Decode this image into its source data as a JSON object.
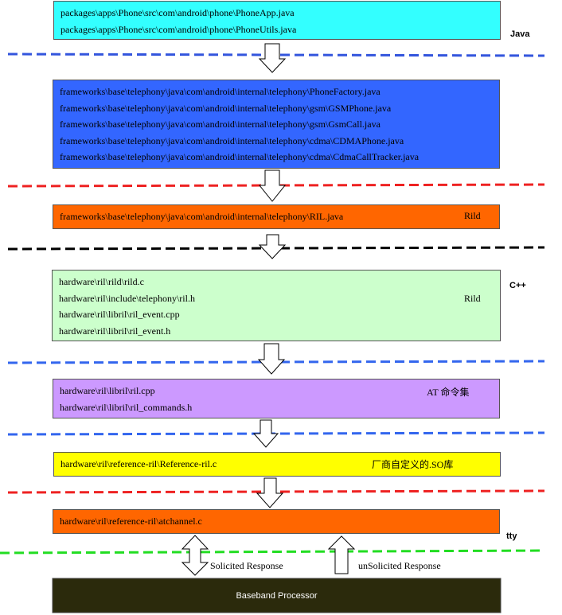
{
  "layers": [
    {
      "name": "app",
      "fill": "#33ffff",
      "lines": [
        "packages\\apps\\Phone\\src\\com\\android\\phone\\PhoneApp.java",
        "packages\\apps\\Phone\\src\\com\\android\\phone\\PhoneUtils.java"
      ],
      "tag": ""
    },
    {
      "name": "framework",
      "fill": "#3366ff",
      "lines": [
        "frameworks\\base\\telephony\\java\\com\\android\\internal\\telephony\\PhoneFactory.java",
        "frameworks\\base\\telephony\\java\\com\\android\\internal\\telephony\\gsm\\GSMPhone.java",
        "frameworks\\base\\telephony\\java\\com\\android\\internal\\telephony\\gsm\\GsmCall.java",
        "frameworks\\base\\telephony\\java\\com\\android\\internal\\telephony\\cdma\\CDMAPhone.java",
        "frameworks\\base\\telephony\\java\\com\\android\\internal\\telephony\\cdma\\CdmaCallTracker.java"
      ],
      "tag": ""
    },
    {
      "name": "ril-java",
      "fill": "#ff6600",
      "lines": [
        "frameworks\\base\\telephony\\java\\com\\android\\internal\\telephony\\RIL.java"
      ],
      "tag": "Rild"
    },
    {
      "name": "rild",
      "fill": "#ccffcc",
      "lines": [
        "hardware\\ril\\rild\\rild.c",
        "hardware\\ril\\include\\telephony\\ril.h",
        "hardware\\ril\\libril\\ril_event.cpp",
        "hardware\\ril\\libril\\ril_event.h"
      ],
      "tag": "Rild"
    },
    {
      "name": "libril",
      "fill": "#cc99ff",
      "lines": [
        "hardware\\ril\\libril\\ril.cpp",
        "hardware\\ril\\libril\\ril_commands.h"
      ],
      "tag": "AT 命令集"
    },
    {
      "name": "reference-ril",
      "fill": "#ffff00",
      "lines": [
        "hardware\\ril\\reference-ril\\Reference-ril.c"
      ],
      "tag": "厂商自定义的.SO库"
    },
    {
      "name": "atchannel",
      "fill": "#ff6600",
      "lines": [
        "hardware\\ril\\reference-ril\\atchannel.c"
      ],
      "tag": ""
    }
  ],
  "side_labels": {
    "java": "Java",
    "cpp": "C++",
    "tty": "tty"
  },
  "separator_colors": [
    "#3355dd",
    "#ee2222",
    "#000000",
    "#3366ee",
    "#3366ee",
    "#ee2222",
    "#22dd22"
  ],
  "connections": {
    "solicited": "Solicited Response",
    "unsolicited": "unSolicited Response"
  },
  "baseband": {
    "label": "Baseband Processor",
    "fill": "#2b2a0c"
  }
}
